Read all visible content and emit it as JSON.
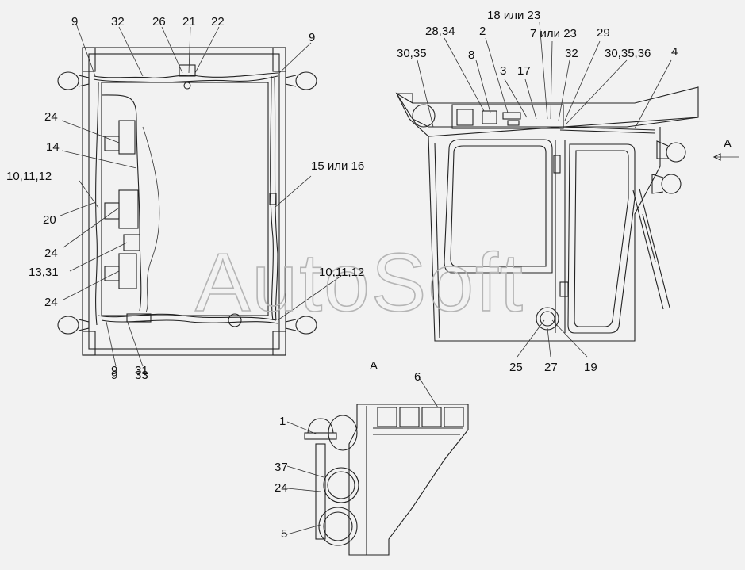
{
  "watermark": "AutoSoft",
  "view_marker": "A",
  "labels": {
    "l9a": "9",
    "l32a": "32",
    "l26": "26",
    "l21": "21",
    "l22": "22",
    "l9b": "9",
    "l24a": "24",
    "l14": "14",
    "l10a": "10,11,12",
    "l20": "20",
    "l24b": "24",
    "l13": "13,31",
    "l24c": "24",
    "l15": "15 или 16",
    "l10b": "10,11,12",
    "l9c": "9",
    "l31": "31",
    "l9d": "9",
    "l33": "33",
    "l18": "18 или 23",
    "l28": "28,34",
    "l2": "2",
    "l7": "7 или 23",
    "l30a": "30,35",
    "l8": "8",
    "l29": "29",
    "l32b": "32",
    "l30b": "30,35,36",
    "l4": "4",
    "l3": "3",
    "l17": "17",
    "l25": "25",
    "l27": "27",
    "l19": "19",
    "l6": "6",
    "l1": "1",
    "l37": "37",
    "l24d": "24",
    "l5": "5"
  }
}
